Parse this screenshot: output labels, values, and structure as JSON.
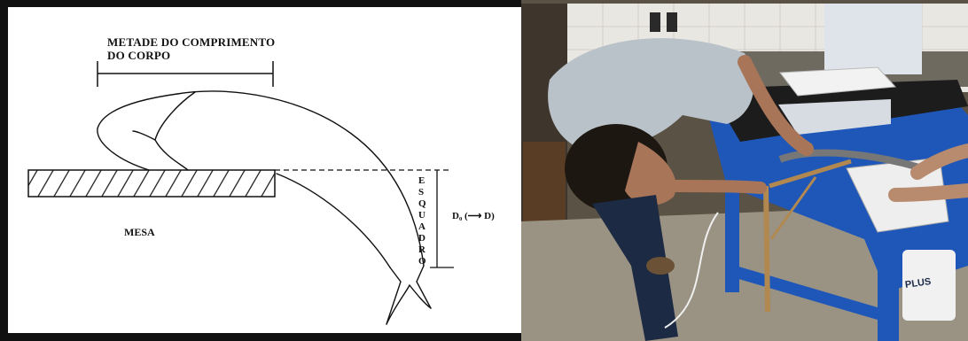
{
  "diagram": {
    "title_line1": "METADE DO COMPRIMENTO",
    "title_line2": "DO CORPO",
    "table_label": "MESA",
    "square_label_letters": [
      "E",
      "S",
      "Q",
      "U",
      "A",
      "D",
      "R",
      "O"
    ],
    "deflection_label": "D₀ (⟶ D)"
  },
  "photo": {
    "bucket_text": "PLUS"
  },
  "colors": {
    "background": "#ffffff",
    "line": "#111111",
    "photo_wall": "#e8e6e1",
    "bench_blue": "#1f57b8",
    "shirt": "#b9c2c9"
  }
}
